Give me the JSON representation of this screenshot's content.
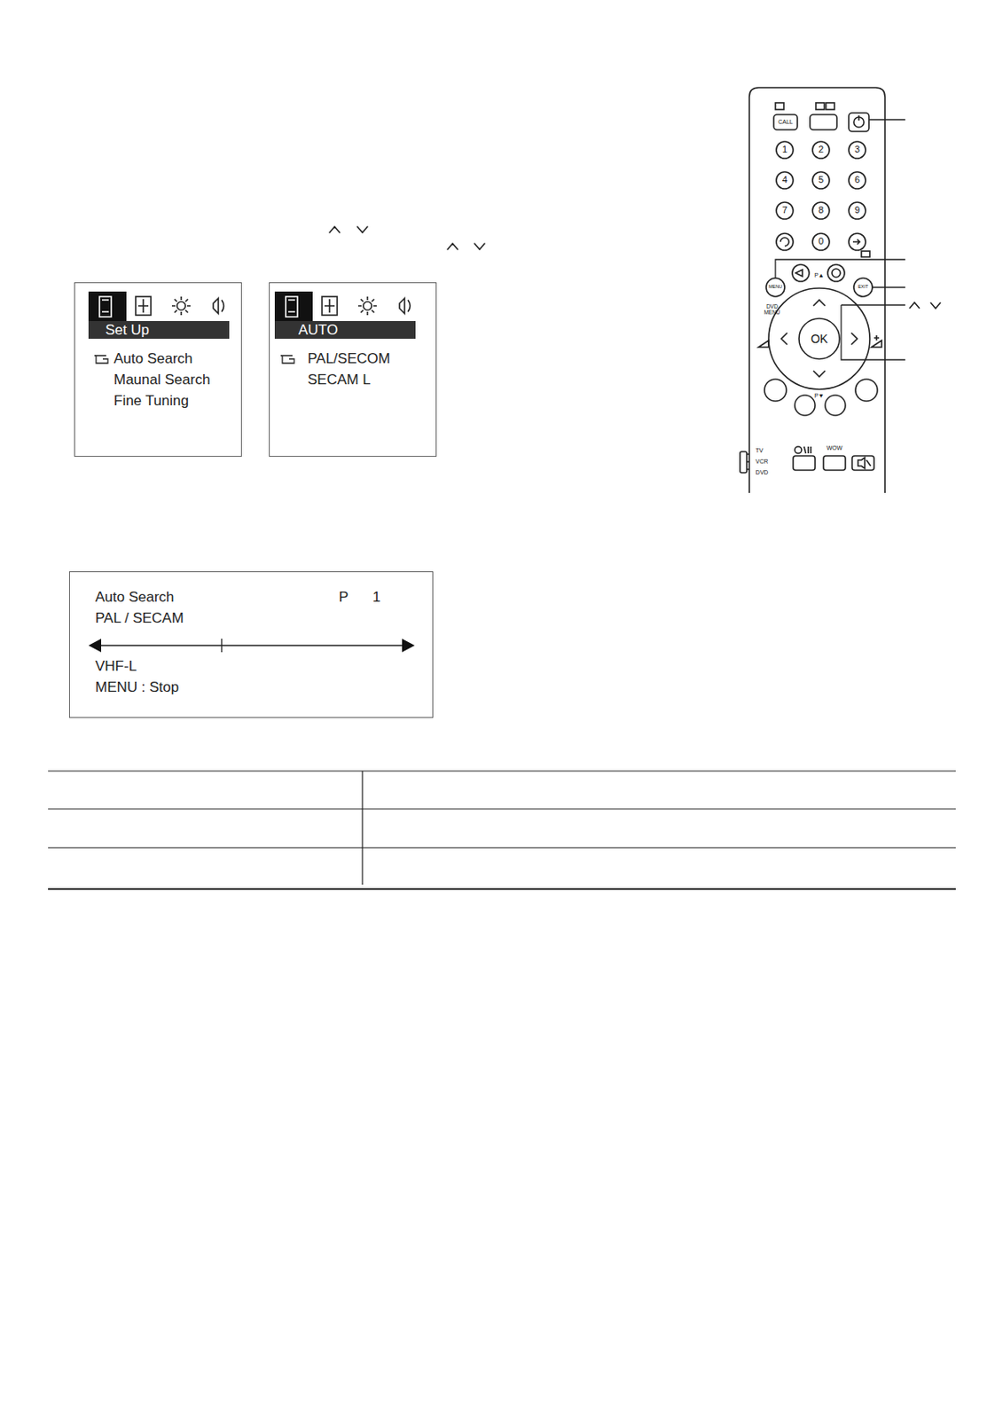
{
  "diagram": {
    "nodes": [
      {
        "text": [
          "Set Up",
          "Auto Search",
          "Maunal Search",
          "Fine Tuning"
        ]
      },
      {
        "text": [
          "AUTO",
          "PAL/SECOM",
          "SECAM L"
        ]
      },
      {
        "text": [
          "Auto Search",
          "P",
          "1",
          "PAL / SECAM",
          "VHF-L",
          "MENU : Stop"
        ]
      }
    ],
    "labels": [
      "CALL",
      "1",
      "2",
      "3",
      "4",
      "5",
      "6",
      "7",
      "8",
      "9",
      "0",
      "MENU",
      "EXIT",
      "DVD MENU",
      "P▲",
      "OK",
      "P▼",
      "WOW",
      "TV",
      "VCR",
      "DVD"
    ]
  }
}
